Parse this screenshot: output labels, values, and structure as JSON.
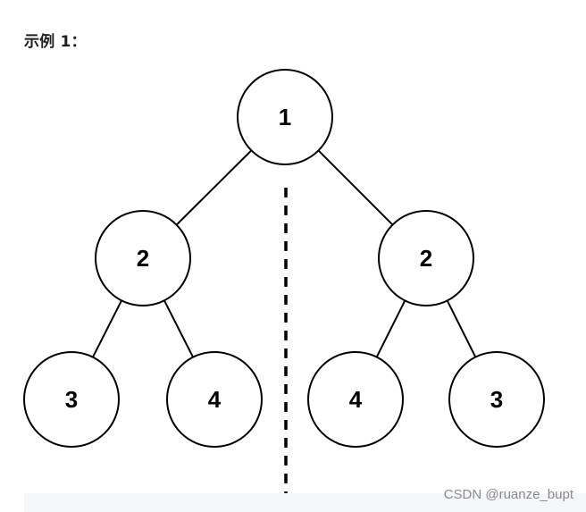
{
  "heading": "示例 1：",
  "tree": {
    "nodes": [
      {
        "id": "root",
        "label": "1"
      },
      {
        "id": "left",
        "label": "2"
      },
      {
        "id": "right",
        "label": "2"
      },
      {
        "id": "left-left",
        "label": "3"
      },
      {
        "id": "left-right",
        "label": "4"
      },
      {
        "id": "right-left",
        "label": "4"
      },
      {
        "id": "right-right",
        "label": "3"
      }
    ],
    "edges": [
      [
        "root",
        "left"
      ],
      [
        "root",
        "right"
      ],
      [
        "left",
        "left-left"
      ],
      [
        "left",
        "left-right"
      ],
      [
        "right",
        "right-left"
      ],
      [
        "right",
        "right-right"
      ]
    ]
  },
  "watermark": "CSDN @ruanze_bupt"
}
